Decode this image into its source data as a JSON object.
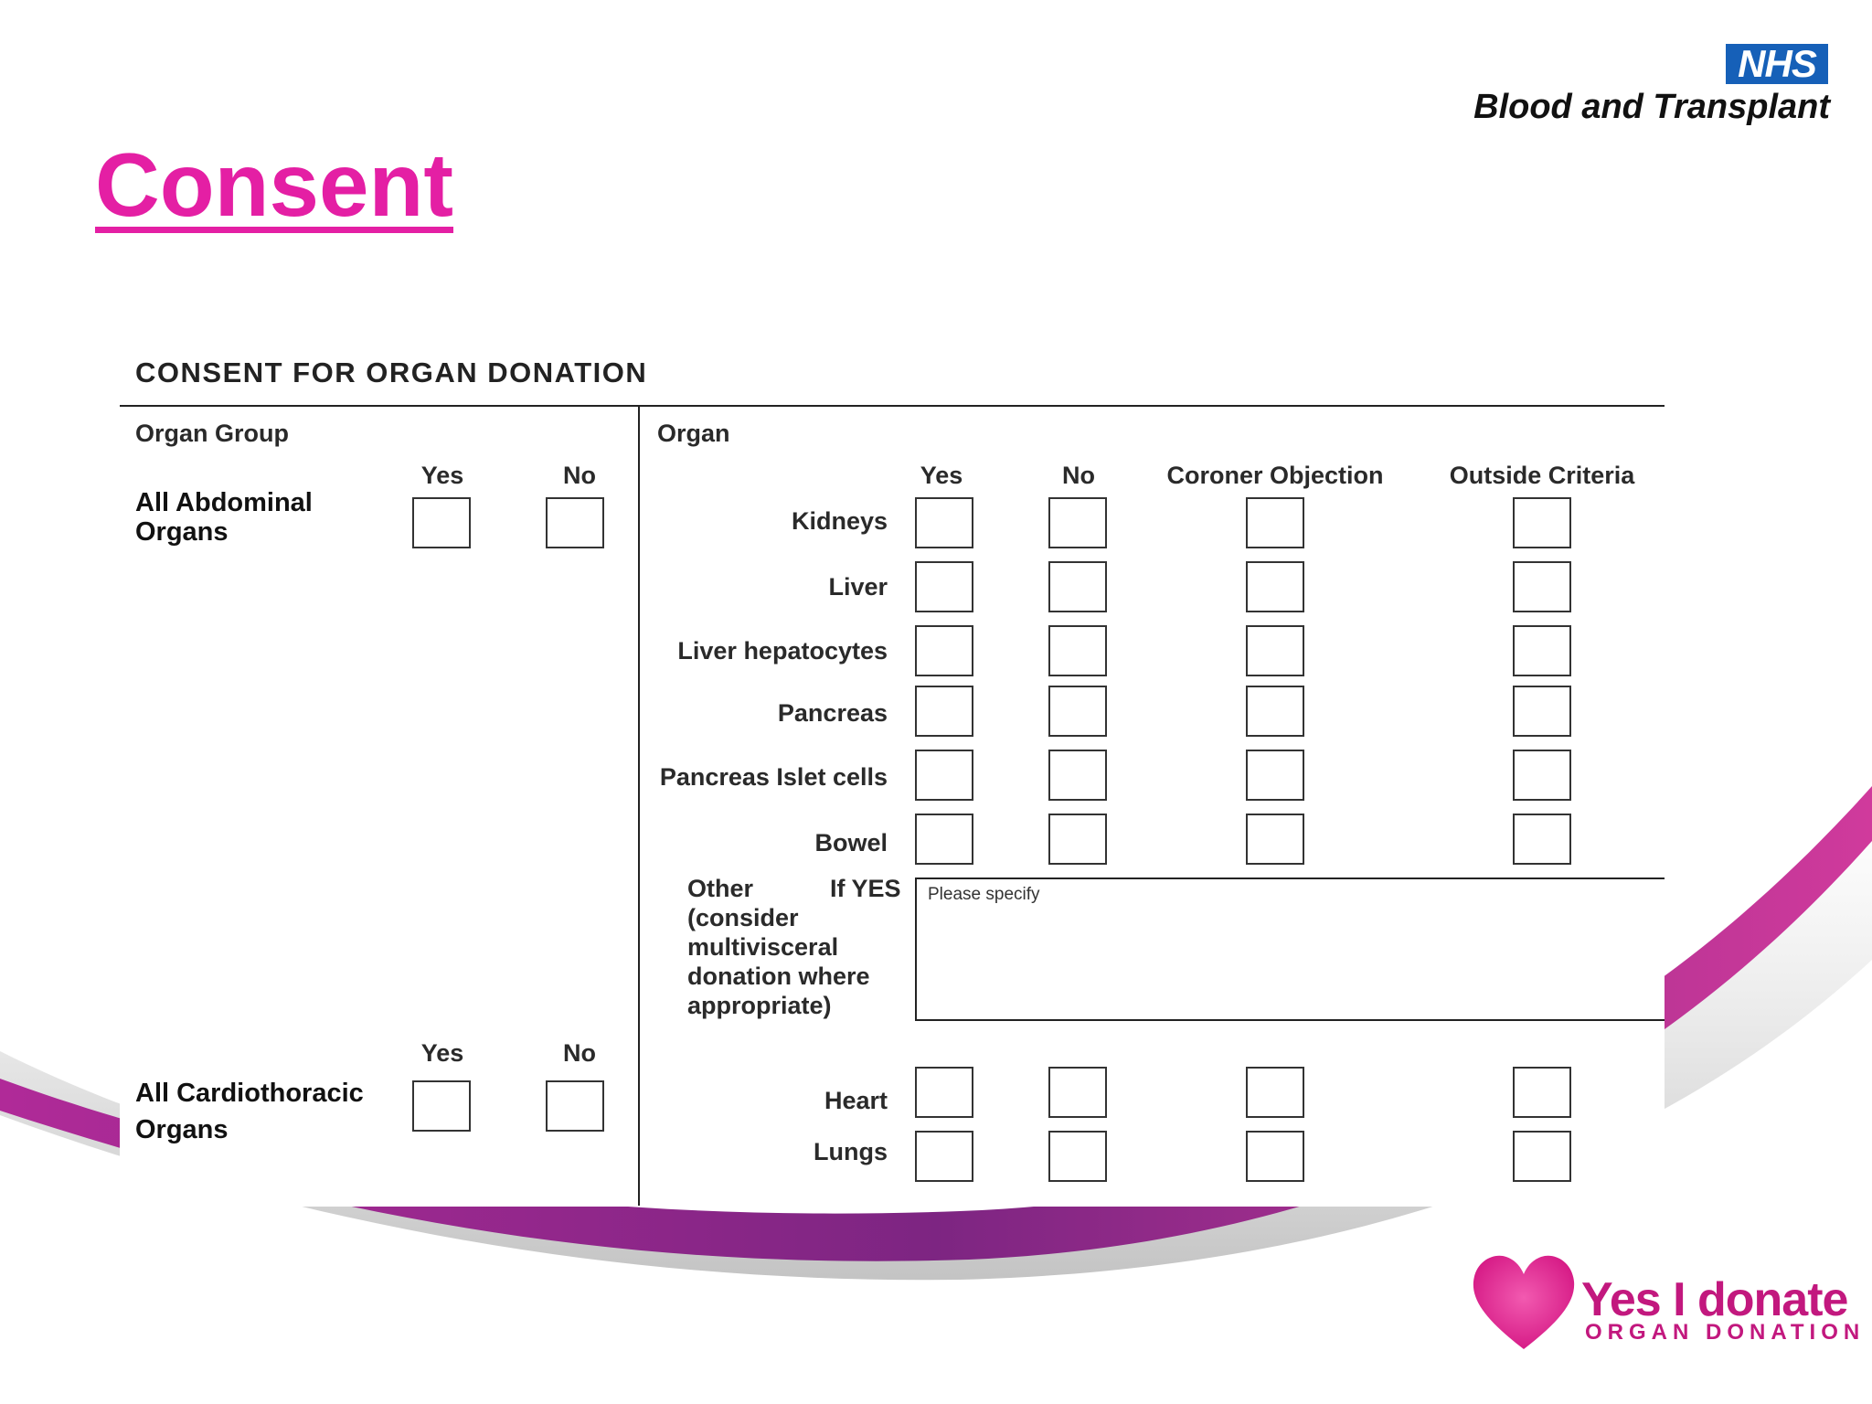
{
  "header": {
    "nhs_badge": "NHS",
    "organisation": "Blood and Transplant",
    "title": "Consent"
  },
  "form": {
    "heading": "CONSENT  FOR ORGAN DONATION",
    "organ_group": {
      "header": "Organ Group",
      "yes": "Yes",
      "no": "No",
      "abdominal_label": "All Abdominal Organs",
      "cardio_label": "All Cardiothoracic Organs"
    },
    "organ": {
      "header": "Organ",
      "columns": [
        "Yes",
        "No",
        "Coroner Objection",
        "Outside Criteria"
      ],
      "rows": [
        "Kidneys",
        "Liver",
        "Liver hepatocytes",
        "Pancreas",
        "Pancreas Islet cells",
        "Bowel"
      ],
      "cardio_rows": [
        "Heart",
        "Lungs"
      ],
      "other_label": "Other",
      "other_note": "(consider multivisceral donation where appropriate)",
      "if_yes": "If YES",
      "specify_placeholder": "Please specify"
    }
  },
  "footer": {
    "logo_main": "Yes I donate",
    "logo_sub": "ORGAN DONATION"
  },
  "colors": {
    "title": "#e41fa4",
    "swoosh": "#8a1a7e",
    "nhs_blue": "#1660b8",
    "logo_pink": "#e61c8c"
  }
}
